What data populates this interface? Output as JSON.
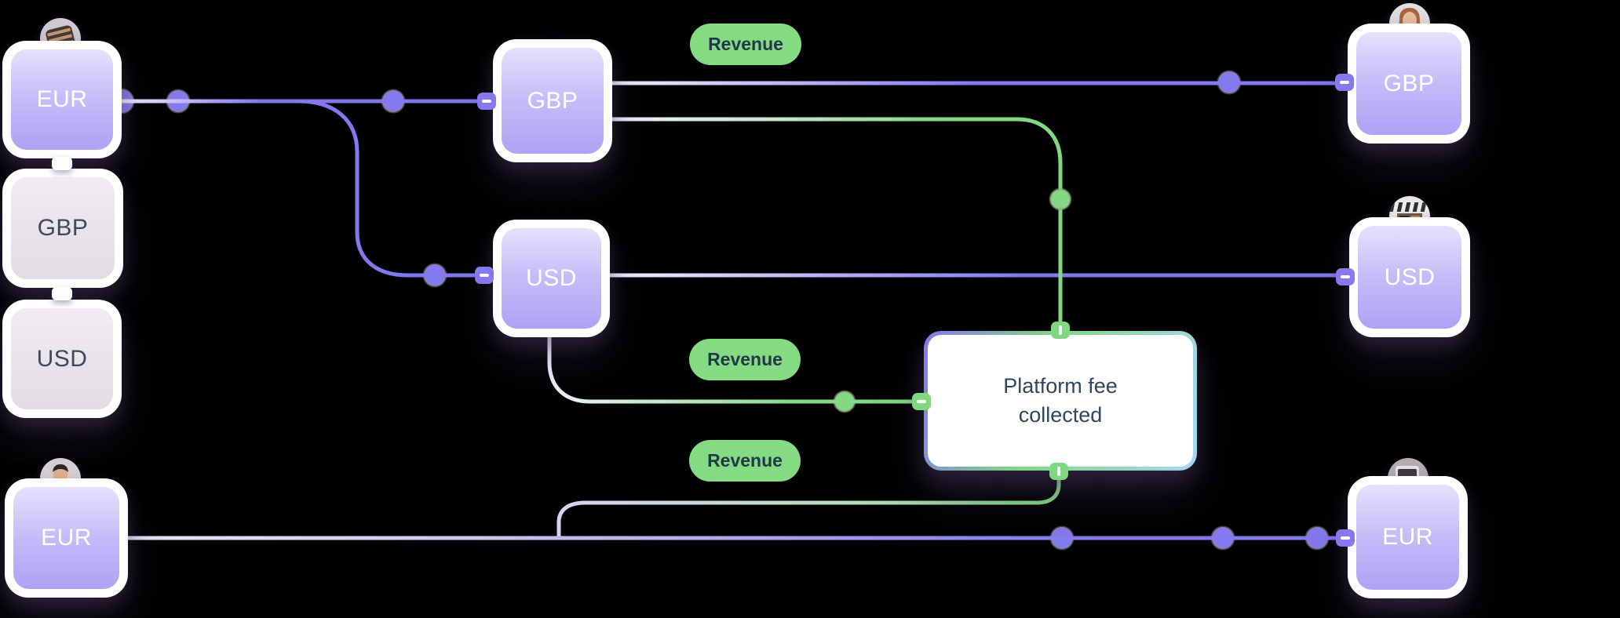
{
  "diagram": {
    "background": "#000000",
    "nodes": {
      "business_eur": {
        "label": "EUR",
        "icon": "office-building-icon",
        "state": "active"
      },
      "business_gbp": {
        "label": "GBP",
        "state": "inactive"
      },
      "business_usd": {
        "label": "USD",
        "state": "inactive"
      },
      "hub_gbp": {
        "label": "GBP",
        "state": "active"
      },
      "hub_usd": {
        "label": "USD",
        "state": "active"
      },
      "customer_gbp": {
        "label": "GBP",
        "icon": "woman-avatar-icon",
        "state": "active"
      },
      "merchant_usd": {
        "label": "USD",
        "icon": "storefront-icon",
        "state": "active"
      },
      "sender_eur": {
        "label": "EUR",
        "icon": "man-avatar-icon",
        "state": "active"
      },
      "carrier_eur": {
        "label": "EUR",
        "icon": "truck-icon",
        "state": "active"
      }
    },
    "platform_fee_card": {
      "line1": "Platform fee",
      "line2": "collected"
    },
    "edge_badges": [
      {
        "label": "Revenue"
      },
      {
        "label": "Revenue"
      },
      {
        "label": "Revenue"
      }
    ],
    "colors": {
      "wire_purple": "#8478ef",
      "wire_light": "#ece9fb",
      "wire_green": "#82d982",
      "badge_green": "#84db82",
      "badge_text": "#22374a",
      "active_node_top": "#e6e1fc",
      "active_node_bottom": "#aea2f4",
      "inactive_node_top": "#f1ecf2",
      "inactive_node_bottom": "#e2dce4",
      "inactive_text": "#3d4b59",
      "card_text": "#31465a",
      "card_border_left": "#8478ef",
      "card_border_mid": "#7fd87f",
      "card_border_right": "#a9d6f3"
    }
  }
}
